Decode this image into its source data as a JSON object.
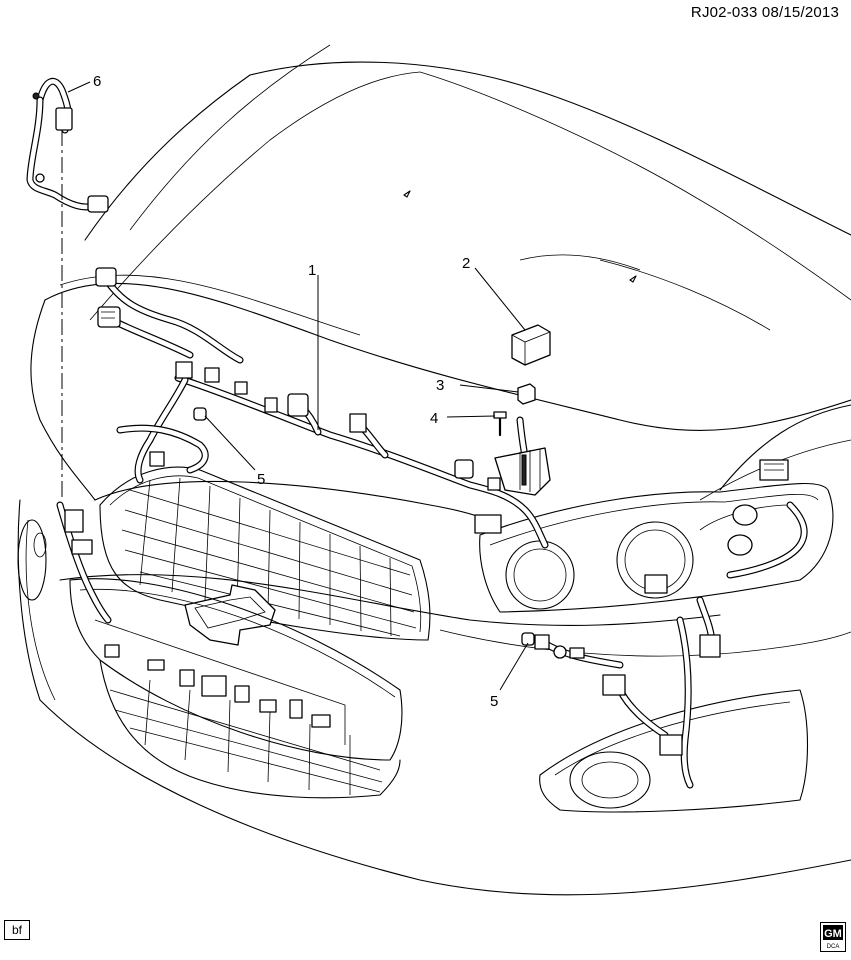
{
  "header": {
    "doc_id": "RJ02-033 08/15/2013"
  },
  "footer": {
    "bf_label": "bf",
    "logo_label": "GM",
    "logo_sublabel": "DCA"
  },
  "callouts": {
    "c1": "1",
    "c2": "2",
    "c3": "3",
    "c4": "4",
    "c5a": "5",
    "c5b": "5",
    "c6": "6"
  }
}
